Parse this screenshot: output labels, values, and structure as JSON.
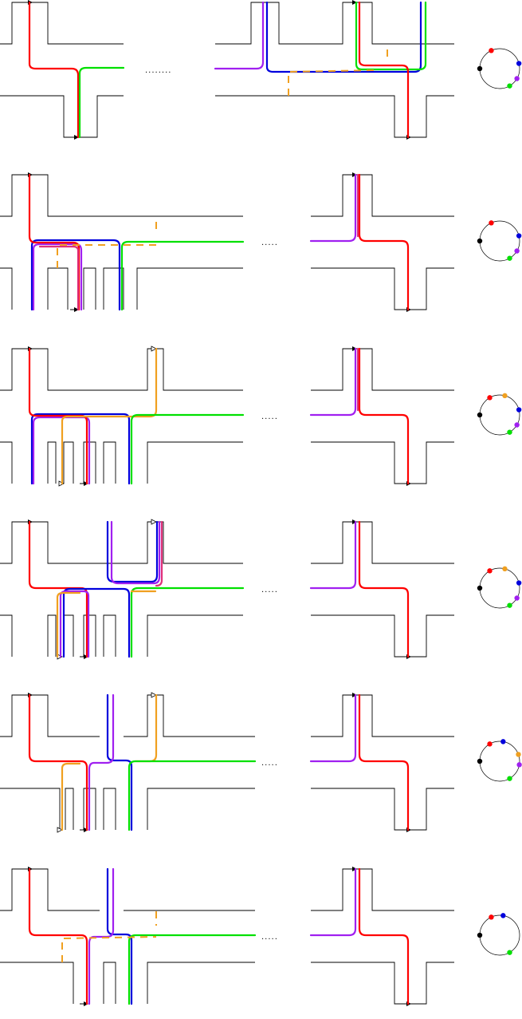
{
  "colors": {
    "red": "#ff0000",
    "green": "#00e000",
    "blue": "#0000dd",
    "purple": "#a020f0",
    "magenta": "#e0307a",
    "orange": "#f0a020",
    "black": "#000000"
  },
  "panels": [
    {
      "ellipsis": "........",
      "ring": [
        "black",
        "red",
        "blue",
        "purple",
        "green"
      ]
    },
    {
      "ellipsis": ".....",
      "ring": [
        "black",
        "red",
        "blue",
        "purple",
        "green"
      ]
    },
    {
      "ellipsis": ".....",
      "ring": [
        "black",
        "red",
        "orange",
        "blue",
        "purple",
        "green"
      ]
    },
    {
      "ellipsis": ".....",
      "ring": [
        "black",
        "red",
        "orange",
        "blue",
        "purple",
        "green"
      ]
    },
    {
      "ellipsis": ".....",
      "ring": [
        "black",
        "red",
        "blue",
        "orange",
        "purple",
        "green"
      ]
    },
    {
      "ellipsis": ".....",
      "ring": [
        "black",
        "red",
        "blue",
        "green"
      ]
    }
  ]
}
